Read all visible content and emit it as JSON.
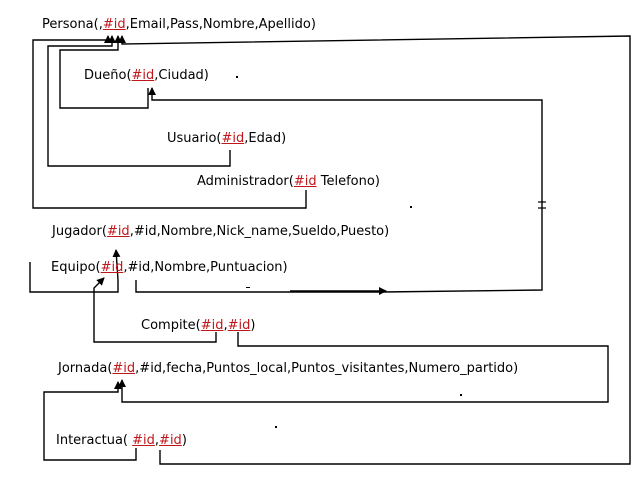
{
  "relations": [
    {
      "id": "persona",
      "parts": [
        {
          "t": "Persona(,"
        },
        {
          "t": "#id",
          "key": true
        },
        {
          "t": ",Email,Pass,Nombre,Apellido)"
        }
      ]
    },
    {
      "id": "dueno",
      "parts": [
        {
          "t": "Dueño("
        },
        {
          "t": "#id",
          "key": true
        },
        {
          "t": ",Ciudad)"
        }
      ]
    },
    {
      "id": "usuario",
      "parts": [
        {
          "t": "Usuario("
        },
        {
          "t": "#id",
          "key": true
        },
        {
          "t": ",Edad)"
        }
      ]
    },
    {
      "id": "administrador",
      "parts": [
        {
          "t": "Administrador("
        },
        {
          "t": "#id",
          "key": true
        },
        {
          "t": " Telefono)"
        }
      ]
    },
    {
      "id": "jugador",
      "parts": [
        {
          "t": "Jugador("
        },
        {
          "t": "#id",
          "key": true
        },
        {
          "t": ",#id,Nombre,Nick_name,Sueldo,Puesto)"
        }
      ]
    },
    {
      "id": "equipo",
      "parts": [
        {
          "t": "Equipo("
        },
        {
          "t": "#id",
          "key": true
        },
        {
          "t": ",#id,Nombre,Puntuacion)"
        }
      ]
    },
    {
      "id": "compite",
      "parts": [
        {
          "t": "Compite("
        },
        {
          "t": "#id",
          "key": true
        },
        {
          "t": ","
        },
        {
          "t": "#id",
          "key": true
        },
        {
          "t": ")"
        }
      ]
    },
    {
      "id": "jornada",
      "parts": [
        {
          "t": "Jornada("
        },
        {
          "t": "#id",
          "key": true
        },
        {
          "t": ",#id,fecha,Puntos_local,Puntos_visitantes,Numero_partido)"
        }
      ]
    },
    {
      "id": "interactua",
      "parts": [
        {
          "t": "Interactua( "
        },
        {
          "t": "#id",
          "key": true
        },
        {
          "t": ","
        },
        {
          "t": "#id",
          "key": true
        },
        {
          "t": ")"
        }
      ]
    }
  ],
  "colors": {
    "key": "#c0171b",
    "text": "#000000",
    "line": "#000000",
    "background": "#ffffff"
  }
}
